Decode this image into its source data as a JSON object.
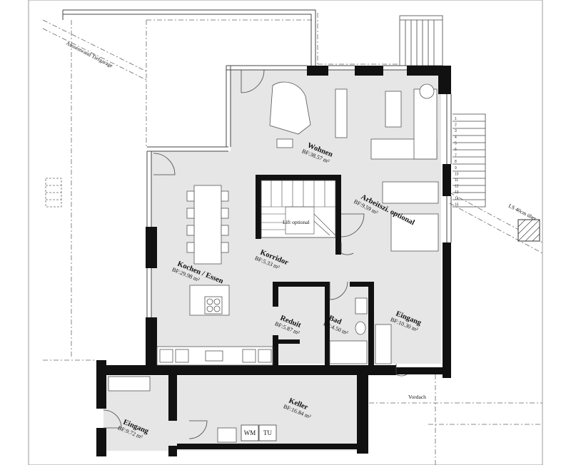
{
  "plan": {
    "outline_labels": {
      "garage_wall": "Aussenwand Tiefgarage",
      "light_shaft": "LS 40cm über",
      "canopy": "Vordach"
    },
    "rooms": [
      {
        "id": "wohnen",
        "name": "Wohnen",
        "area": "BF:38.57 m²"
      },
      {
        "id": "arbeitszimmer",
        "name": "Arbeitszi. optional",
        "area": "BF:9.59 m²"
      },
      {
        "id": "korridor",
        "name": "Korridor",
        "area": "BF:5.33 m²"
      },
      {
        "id": "kochen",
        "name": "Kochen / Essen",
        "area": "BF:29.98 m²"
      },
      {
        "id": "reduit",
        "name": "Reduit",
        "area": "BF:5.87 m²"
      },
      {
        "id": "bad",
        "name": "Bad",
        "area": "BF:4.50 m²"
      },
      {
        "id": "eingang-main",
        "name": "Eingang",
        "area": "BF:10.30 m²"
      },
      {
        "id": "keller",
        "name": "Keller",
        "area": "BF:16.84 m²"
      },
      {
        "id": "eingang-lower",
        "name": "Eingang",
        "area": "BF:9.72 m²"
      }
    ],
    "lift": "Lift optional",
    "appliances": {
      "washer": "WM",
      "dryer": "TU"
    },
    "stair_numbers": [
      "1",
      "2",
      "3",
      "4",
      "5",
      "6",
      "7",
      "8",
      "9",
      "10",
      "11",
      "12",
      "13",
      "14",
      "15"
    ]
  },
  "colors": {
    "wall": "#111111",
    "floor": "#e6e6e6",
    "line": "#444444",
    "dash": "#666666"
  }
}
